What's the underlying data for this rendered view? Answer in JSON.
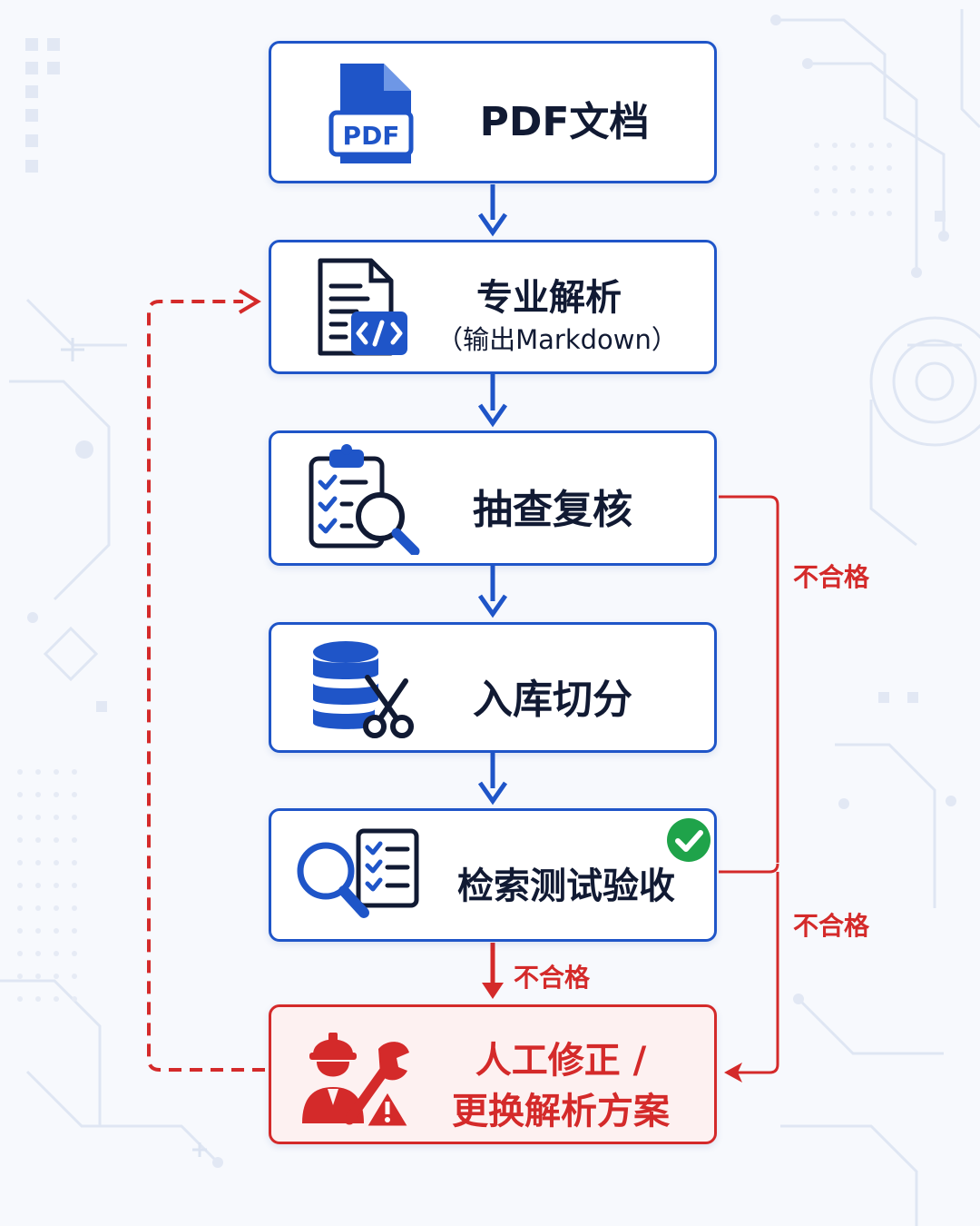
{
  "steps": [
    {
      "id": "pdf",
      "title": "PDF文档",
      "icon": "pdf-file-icon"
    },
    {
      "id": "parse",
      "title": "专业解析",
      "subtitle": "（输出Markdown）",
      "icon": "code-document-icon"
    },
    {
      "id": "review",
      "title": "抽查复核",
      "icon": "clipboard-search-icon"
    },
    {
      "id": "ingest",
      "title": "入库切分",
      "icon": "database-scissors-icon"
    },
    {
      "id": "test",
      "title": "检索测试验收",
      "icon": "search-checklist-icon",
      "badge": "check-circle-icon"
    },
    {
      "id": "fix",
      "title_line1": "人工修正 /",
      "title_line2": "更换解析方案",
      "icon": "worker-wrench-icon"
    }
  ],
  "pdf_badge_text": "PDF",
  "fail_labels": {
    "review_to_fix": "不合格",
    "test_to_fix_right": "不合格",
    "test_to_fix_down": "不合格"
  },
  "colors": {
    "primary_blue": "#1f55c8",
    "alert_red": "#d42a2a",
    "success_green": "#1fa34a"
  }
}
